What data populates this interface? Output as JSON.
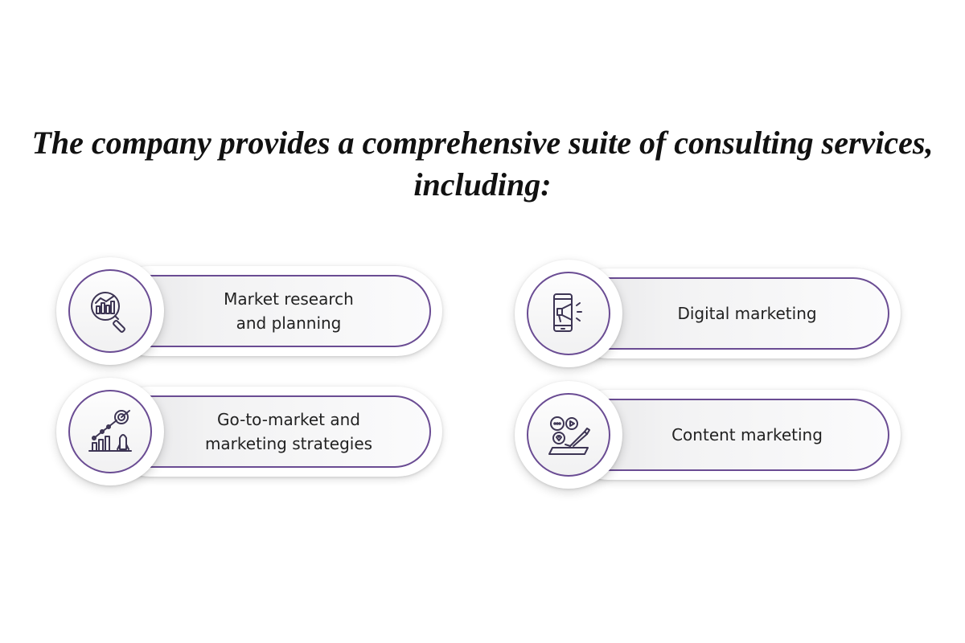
{
  "title": "The company provides a comprehensive suite of consulting services, including:",
  "colors": {
    "accent": "#6a4c93",
    "icon": "#3d3554"
  },
  "services": [
    {
      "label": "Market research\nand planning",
      "icon": "magnifier-chart-icon"
    },
    {
      "label": "Digital marketing",
      "icon": "smartphone-megaphone-icon"
    },
    {
      "label": "Go-to-market and\nmarketing strategies",
      "icon": "growth-rocket-target-icon"
    },
    {
      "label": "Content marketing",
      "icon": "content-creation-icon"
    }
  ]
}
